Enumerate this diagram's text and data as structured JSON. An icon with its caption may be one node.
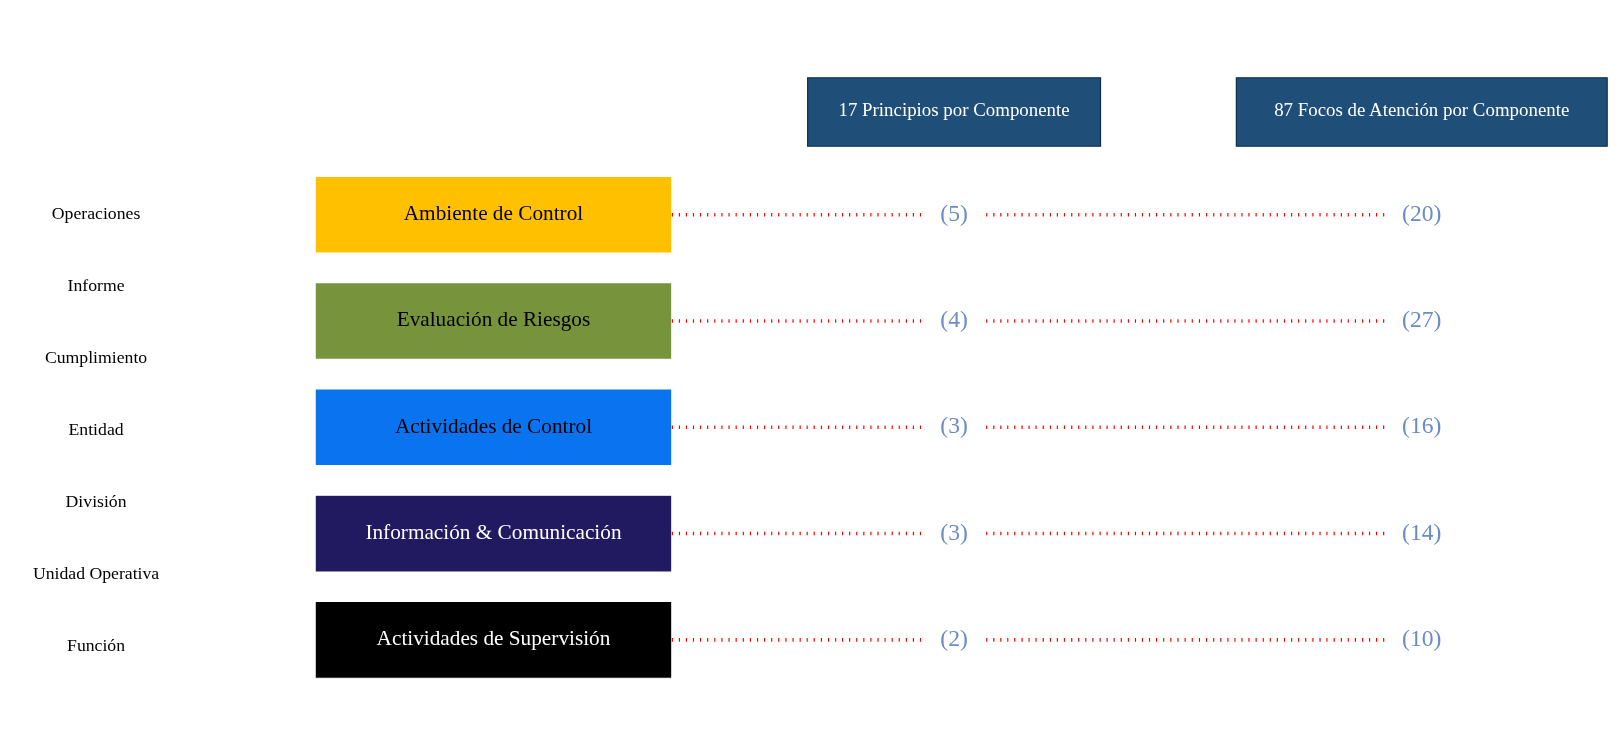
{
  "diagram": {
    "nodes": [
      {
        "text": [
          "17 Principios por Componente"
        ]
      },
      {
        "text": [
          "87 Focos de Atención por Componente"
        ]
      },
      {
        "text": [
          "Ambiente de Control"
        ]
      },
      {
        "text": [
          "(5)"
        ]
      },
      {
        "text": [
          "(20)"
        ]
      },
      {
        "text": [
          "Evaluación de Riesgos"
        ]
      },
      {
        "text": [
          "(4)"
        ]
      },
      {
        "text": [
          "(27)"
        ]
      },
      {
        "text": [
          "Actividades de Control"
        ]
      },
      {
        "text": [
          "(3)"
        ]
      },
      {
        "text": [
          "(16)"
        ]
      },
      {
        "text": [
          "Información & Comunicación"
        ]
      },
      {
        "text": [
          "(3)"
        ]
      },
      {
        "text": [
          "(14)"
        ]
      },
      {
        "text": [
          "Actividades de Supervisión"
        ]
      },
      {
        "text": [
          "(2)"
        ]
      },
      {
        "text": [
          "(10)"
        ]
      }
    ],
    "edges": [
      {
        "from": 2,
        "to": 3,
        "arrow": "none",
        "style": "dashed"
      },
      {
        "from": 3,
        "to": 4,
        "arrow": "none",
        "style": "dashed"
      },
      {
        "from": 5,
        "to": 6,
        "arrow": "none",
        "style": "dashed"
      },
      {
        "from": 6,
        "to": 7,
        "arrow": "none",
        "style": "dashed"
      },
      {
        "from": 8,
        "to": 9,
        "arrow": "none",
        "style": "dashed"
      },
      {
        "from": 9,
        "to": 10,
        "arrow": "none",
        "style": "dashed"
      },
      {
        "from": 11,
        "to": 12,
        "arrow": "none",
        "style": "dashed"
      },
      {
        "from": 12,
        "to": 13,
        "arrow": "none",
        "style": "dashed"
      },
      {
        "from": 14,
        "to": 15,
        "arrow": "none",
        "style": "dashed"
      },
      {
        "from": 15,
        "to": 16,
        "arrow": "none",
        "style": "dashed"
      }
    ],
    "labels": [
      "Operaciones",
      "Informe",
      "Cumplimiento",
      "Entidad",
      "División",
      "Unidad Operativa",
      "Función"
    ]
  }
}
